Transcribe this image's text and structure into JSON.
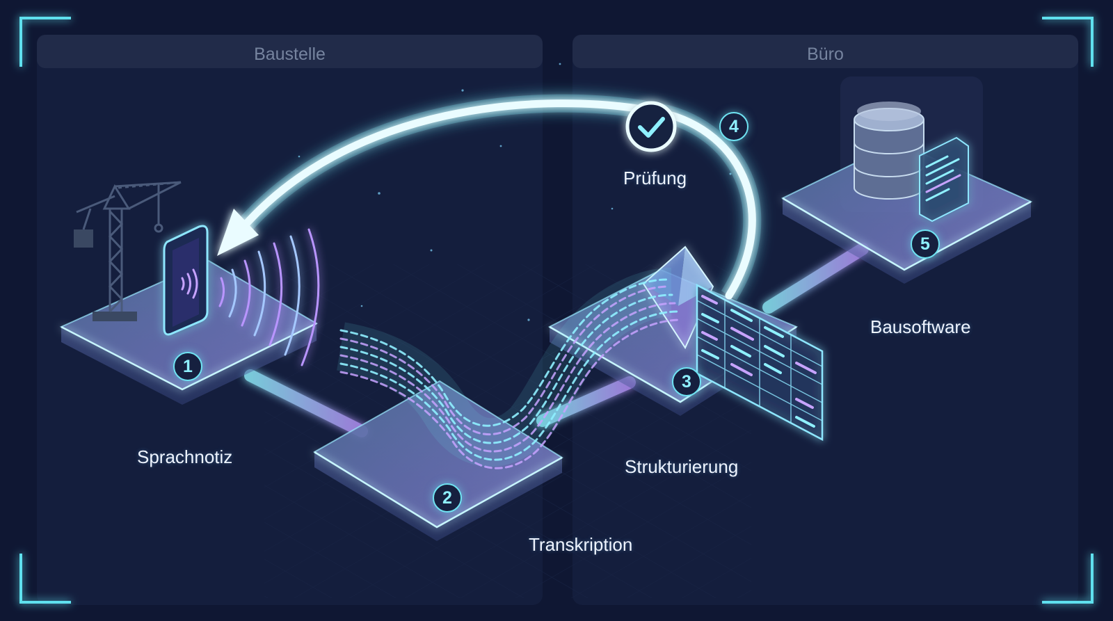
{
  "zones": {
    "baustelle": "Baustelle",
    "buero": "Büro"
  },
  "steps": [
    {
      "number": "1",
      "label": "Sprachnotiz"
    },
    {
      "number": "2",
      "label": "Transkription"
    },
    {
      "number": "3",
      "label": "Strukturierung"
    },
    {
      "number": "4",
      "label": "Prüfung"
    },
    {
      "number": "5",
      "label": "Bausoftware"
    }
  ],
  "icons": [
    "crane-icon",
    "smartphone-icon",
    "sound-wave-icon",
    "text-stream-icon",
    "prism-icon",
    "table-grid-icon",
    "checkmark-icon",
    "database-icon",
    "document-icon"
  ],
  "colors": {
    "background": "#0f1733",
    "accent_cyan": "#6fe3f2",
    "accent_violet": "#a77bf0",
    "label_text": "#eef4ff",
    "zone_title": "#76849f"
  }
}
